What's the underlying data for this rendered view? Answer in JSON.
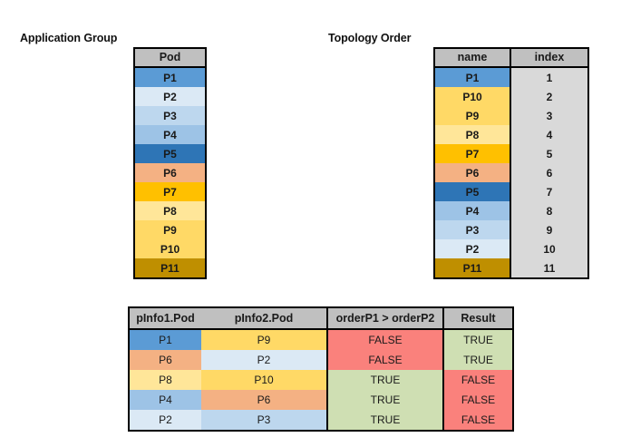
{
  "palette": {
    "header_gray": "#c0c0c0",
    "index_gray": "#d9d9d9",
    "border": "#000000",
    "true_green": "#cfdfb3",
    "false_red": "#fa817c",
    "pods": {
      "P1": "#5b9bd5",
      "P2": "#dbe9f5",
      "P3": "#bdd7ee",
      "P4": "#9dc3e6",
      "P5": "#2e75b6",
      "P6": "#f4b183",
      "P7": "#ffc000",
      "P8": "#ffe699",
      "P9": "#ffd966",
      "P10": "#ffd966",
      "P11": "#bf8f00"
    }
  },
  "application_group": {
    "caption": "Application Group",
    "header": "Pod",
    "rows": [
      {
        "pod": "P1"
      },
      {
        "pod": "P2"
      },
      {
        "pod": "P3"
      },
      {
        "pod": "P4"
      },
      {
        "pod": "P5"
      },
      {
        "pod": "P6"
      },
      {
        "pod": "P7"
      },
      {
        "pod": "P8"
      },
      {
        "pod": "P9"
      },
      {
        "pod": "P10"
      },
      {
        "pod": "P11"
      }
    ]
  },
  "topology_order": {
    "caption": "Topology Order",
    "headers": {
      "name": "name",
      "index": "index"
    },
    "rows": [
      {
        "name": "P1",
        "index": "1"
      },
      {
        "name": "P10",
        "index": "2"
      },
      {
        "name": "P9",
        "index": "3"
      },
      {
        "name": "P8",
        "index": "4"
      },
      {
        "name": "P7",
        "index": "5"
      },
      {
        "name": "P6",
        "index": "6"
      },
      {
        "name": "P5",
        "index": "7"
      },
      {
        "name": "P4",
        "index": "8"
      },
      {
        "name": "P3",
        "index": "9"
      },
      {
        "name": "P2",
        "index": "10"
      },
      {
        "name": "P11",
        "index": "11"
      }
    ]
  },
  "comparison": {
    "headers": {
      "pinfo1": "pInfo1.Pod",
      "pinfo2": "pInfo2.Pod",
      "order": "orderP1 > orderP2",
      "result": "Result"
    },
    "rows": [
      {
        "pinfo1": "P1",
        "pinfo2": "P9",
        "order": "FALSE",
        "result": "TRUE"
      },
      {
        "pinfo1": "P6",
        "pinfo2": "P2",
        "order": "FALSE",
        "result": "TRUE"
      },
      {
        "pinfo1": "P8",
        "pinfo2": "P10",
        "order": "TRUE",
        "result": "FALSE"
      },
      {
        "pinfo1": "P4",
        "pinfo2": "P6",
        "order": "TRUE",
        "result": "FALSE"
      },
      {
        "pinfo1": "P2",
        "pinfo2": "P3",
        "order": "TRUE",
        "result": "FALSE"
      }
    ]
  }
}
